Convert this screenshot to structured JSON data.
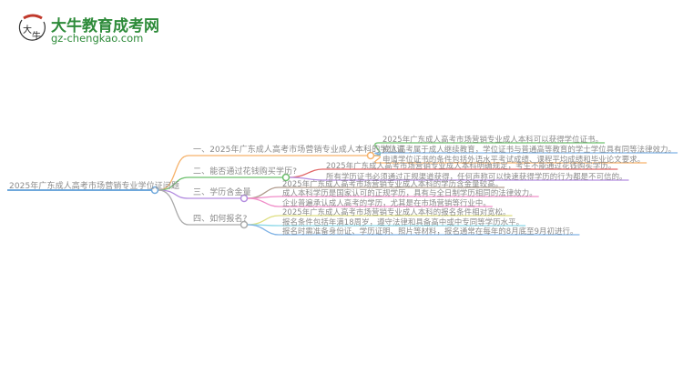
{
  "logo": {
    "title": "大牛教育成考网",
    "url": "gz-chengkao.com",
    "mark_text": "大牛"
  },
  "colors": {
    "text": "#8a8a8a",
    "root": "#6fa8dc",
    "logo_green": "#2e8b3a"
  },
  "root": "2025年广东成人高考市场营销专业学位证问题",
  "branches": [
    {
      "label": "一、2025年广东成人高考市场营销专业成人本科的学位证",
      "color": "#f6b26b",
      "children": [
        {
          "text": "2025年广东成人高考市场营销专业成人本科可以获得学位证书。",
          "color": "#6cc06c"
        },
        {
          "text": "成人高考属于成人继续教育，学位证书与普通高等教育的学士学位具有同等法律效力。",
          "color": "#7fb2e5"
        },
        {
          "text": "申请学位证书的条件包括外语水平考试成绩、课程平均成绩和毕业论文要求。",
          "color": "#f6b26b"
        }
      ]
    },
    {
      "label": "二、能否通过花钱购买学历?",
      "color": "#6cc06c",
      "children": [
        {
          "text": "2025年广东成人高考市场营销专业成人本科明确规定，考生不能通过花钱购买学历。",
          "color": "#e06666"
        },
        {
          "text": "所有学历证书必须通过正规渠道获得，任何声称可以快速获得学历的行为都是不可信的。",
          "color": "#b48ee0"
        }
      ]
    },
    {
      "label": "三、学历含金量",
      "color": "#b48ee0",
      "children": [
        {
          "text": "2025年广东成人高考市场营销专业成人本科的学历含金量较高。",
          "color": "#b09a8c"
        },
        {
          "text": "成人本科学历是国家认可的正规学历，具有与全日制学历相同的法律效力。",
          "color": "#f08cc8"
        },
        {
          "text": "企业普遍承认成人高考的学历，尤其是在市场营销等行业中。",
          "color": "#f08cc8"
        }
      ]
    },
    {
      "label": "四、如何报名?",
      "color": "#aaaaaa",
      "children": [
        {
          "text": "2025年广东成人高考市场营销专业成人本科的报名条件相对宽松。",
          "color": "#dede80"
        },
        {
          "text": "报名条件包括年满18周岁，遵守法律和具备高中或中专同等学历水平。",
          "color": "#8ad8e8"
        },
        {
          "text": "报名时需准备身份证、学历证明、照片等材料，报名通常在每年的8月底至9月初进行。",
          "color": "#7fb2e5"
        }
      ]
    }
  ]
}
